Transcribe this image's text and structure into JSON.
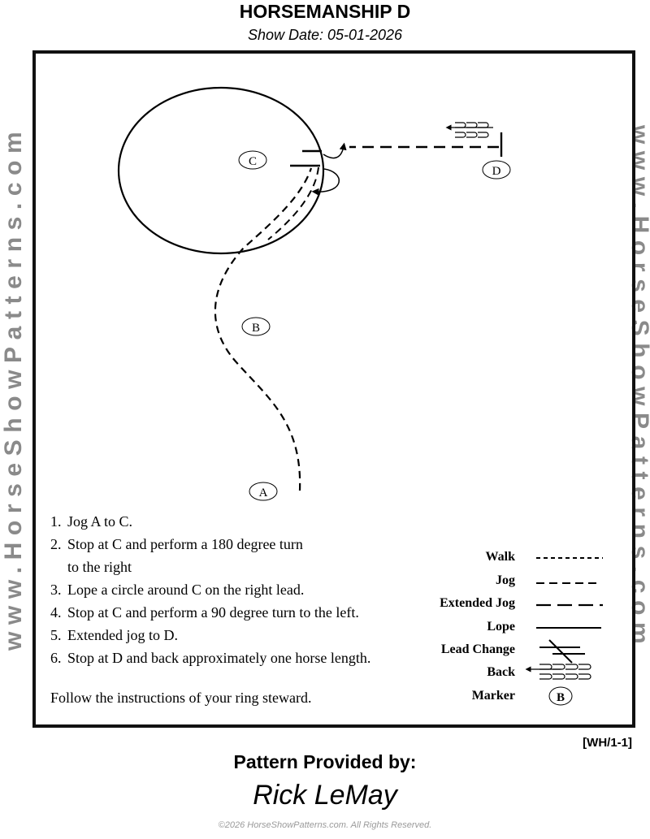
{
  "header": {
    "title": "HORSEMANSHIP D",
    "show_date": "Show Date: 05-01-2026"
  },
  "watermark": "www.HorseShowPatterns.com",
  "markers": {
    "a": "A",
    "b": "B",
    "c": "C",
    "d": "D"
  },
  "instructions": [
    {
      "num": "1.",
      "text": "Jog A to C."
    },
    {
      "num": "2.",
      "text": "Stop at C and perform a 180 degree turn",
      "continuation": "to the right"
    },
    {
      "num": "3.",
      "text": "Lope a circle around C on the right lead."
    },
    {
      "num": "4.",
      "text": "Stop at C and perform a 90 degree turn to the left."
    },
    {
      "num": "5.",
      "text": "Extended jog to D."
    },
    {
      "num": "6.",
      "text": "Stop at D and back approximately one horse length."
    }
  ],
  "follow_note": "Follow the instructions of  your ring steward.",
  "legend": {
    "walk": "Walk",
    "jog": "Jog",
    "extended_jog": "Extended Jog",
    "lope": "Lope",
    "lead_change": "Lead Change",
    "back": "Back",
    "marker": "Marker",
    "marker_sample": "B"
  },
  "pattern_code": "[WH/1-1]",
  "provided_by": "Pattern Provided by:",
  "author": "Rick LeMay",
  "copyright": "©2026 HorseShowPatterns.com. All Rights Reserved.",
  "colors": {
    "ink": "#000000",
    "watermark": "#8a8a8a"
  }
}
